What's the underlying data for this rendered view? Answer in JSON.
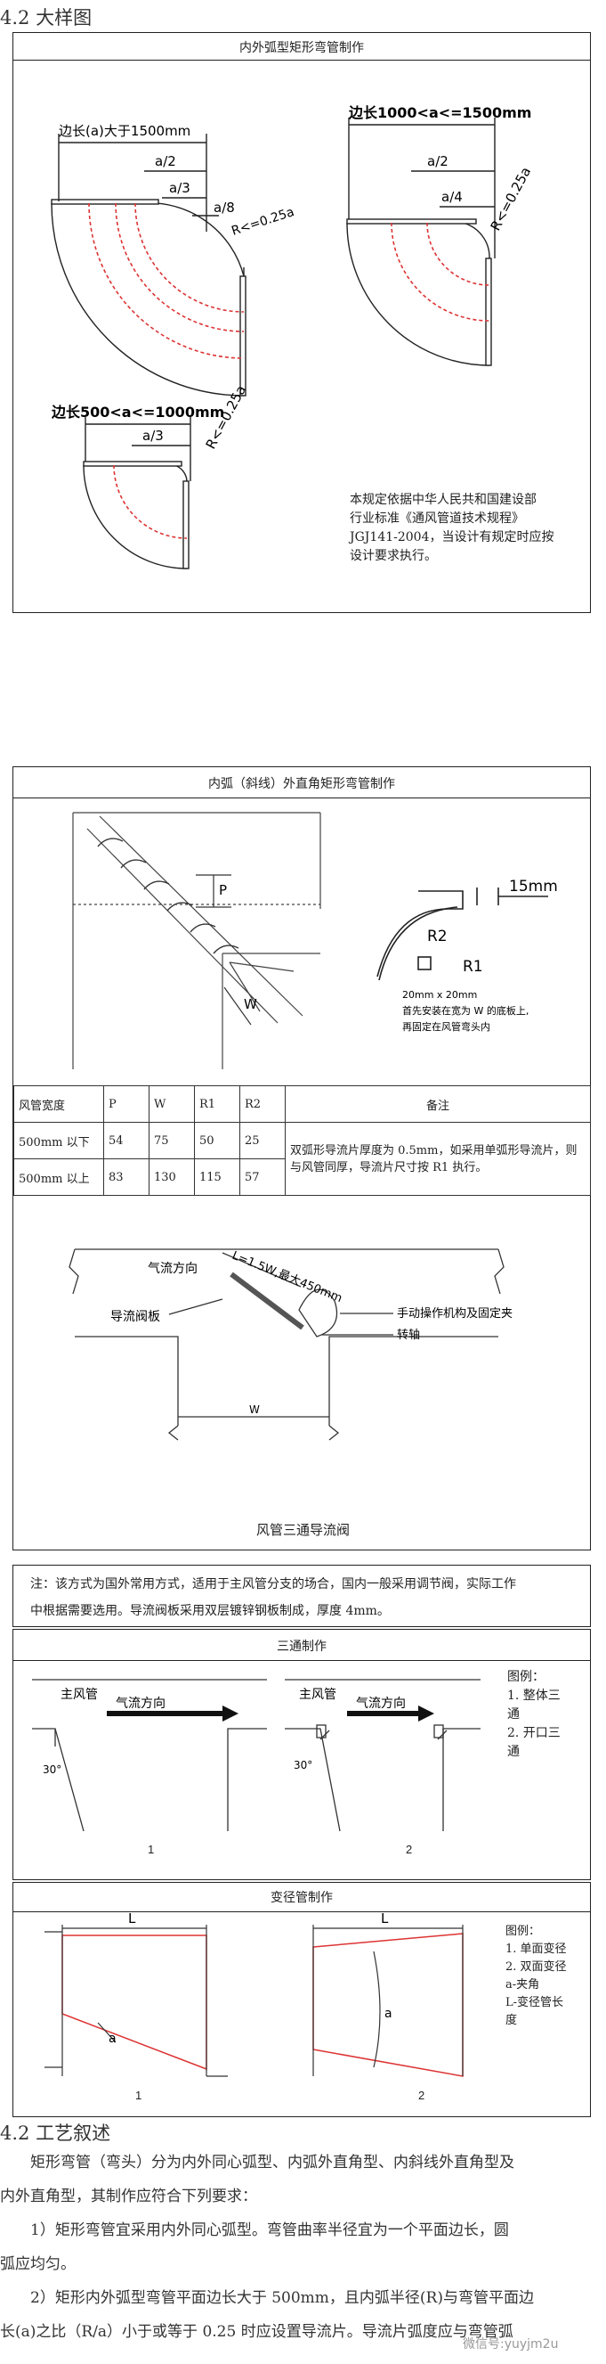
{
  "section_title": "4.2 大样图",
  "panel1": {
    "title": "内外弧型矩形弯管制作",
    "fig1": {
      "edge": "边长(a)大于1500mm",
      "d1": "a/2",
      "d2": "a/3",
      "d3": "a/8",
      "radius": "R<=0.25a"
    },
    "fig2": {
      "edge": "边长1000<a<=1500mm",
      "d1": "a/2",
      "d2": "a/4",
      "radius": "R<=0.25a"
    },
    "fig3": {
      "edge": "边长500<a<=1000mm",
      "d1": "a/3",
      "radius": "R<=0.25a"
    },
    "note_lines": [
      "本规定依据中华人民共和国建设部",
      "行业标准《通风管道技术规程》",
      "JGJ141-2004，当设计有规定时应按",
      "设计要求执行。"
    ]
  },
  "panel2": {
    "title": "内弧（斜线）外直角矩形弯管制作",
    "labels": {
      "p": "P",
      "w": "W",
      "dim15": "15mm",
      "r2": "R2",
      "r1": "R1"
    },
    "note_lines": [
      "20mm x 20mm",
      "首先安装在宽为 W 的底板上,",
      "再固定在风管弯头内"
    ],
    "table": {
      "headers": [
        "风管宽度",
        "P",
        "W",
        "R1",
        "R2",
        "备注"
      ],
      "rows": [
        [
          "500mm 以下",
          "54",
          "75",
          "50",
          "25"
        ],
        [
          "500mm 以上",
          "83",
          "130",
          "115",
          "57"
        ]
      ],
      "remark": "双弧形导流片厚度为 0.5mm，如采用单弧形导流片，则与风管同厚，导流片尺寸按 R1 执行。"
    },
    "tee": {
      "length_label": "L=1.5W,最大450mm",
      "airflow": "气流方向",
      "damper": "导流阀板",
      "mechanism": "手动操作机构及固定夹",
      "axis": "转轴",
      "w": "W",
      "caption": "风管三通导流阀"
    }
  },
  "note_panel": {
    "lines": [
      "注：该方式为国外常用方式，适用于主风管分支的场合，国内一般采用调节阀，实际工作",
      "中根据需要选用。导流阀板采用双层镀锌钢板制成，厚度 4mm。"
    ]
  },
  "tee_panel": {
    "title": "三通制作",
    "main_duct": "主风管",
    "airflow": "气流方向",
    "angle": "30°",
    "fig1": "1",
    "fig2": "2",
    "legend": [
      "图例：",
      "1. 整体三",
      "通",
      "2. 开口三",
      "通"
    ]
  },
  "reducer_panel": {
    "title": "变径管制作",
    "L": "L",
    "a": "a",
    "fig1": "1",
    "fig2": "2",
    "legend": [
      "图例：",
      "1. 单面变径",
      "2. 双面变径",
      "a-夹角",
      "L-变径管长",
      "度"
    ]
  },
  "process": {
    "title": "4.2 工艺叙述",
    "paragraphs": [
      "矩形弯管（弯头）分为内外同心弧型、内弧外直角型、内斜线外直角型及",
      "内外直角型，其制作应符合下列要求：",
      "1）矩形弯管宜采用内外同心弧型。弯管曲率半径宜为一个平面边长，圆",
      "弧应均匀。",
      "2）矩形内外弧型弯管平面边长大于 500mm，且内弧半径(R)与弯管平面边",
      "长(a)之比（R/a）小于或等于 0.25 时应设置导流片。导流片弧度应与弯管弧"
    ]
  },
  "watermark": "微信号:yuyjm2u"
}
